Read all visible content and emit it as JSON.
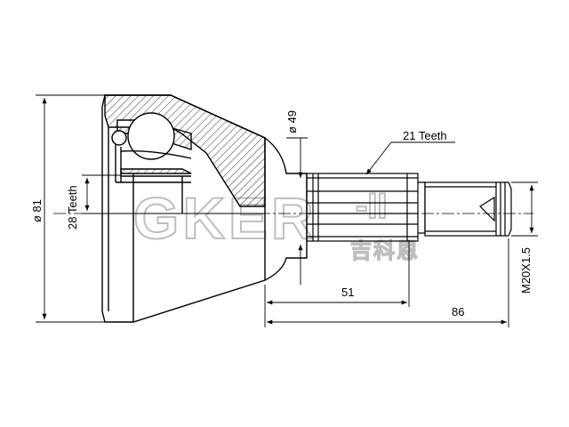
{
  "watermark": {
    "brand": "GKER",
    "suffix": "-II",
    "cn": "吉科恩"
  },
  "dimensions": {
    "outer_diameter": "ø 81",
    "seal_diameter": "ø 49",
    "inner_teeth": "28 Teeth",
    "outer_teeth": "21 Teeth",
    "length_spline": "51",
    "length_total": "86",
    "thread": "M20X1.5"
  },
  "colors": {
    "line": "#000000",
    "watermark": "#c8c8c8",
    "background": "#ffffff"
  }
}
